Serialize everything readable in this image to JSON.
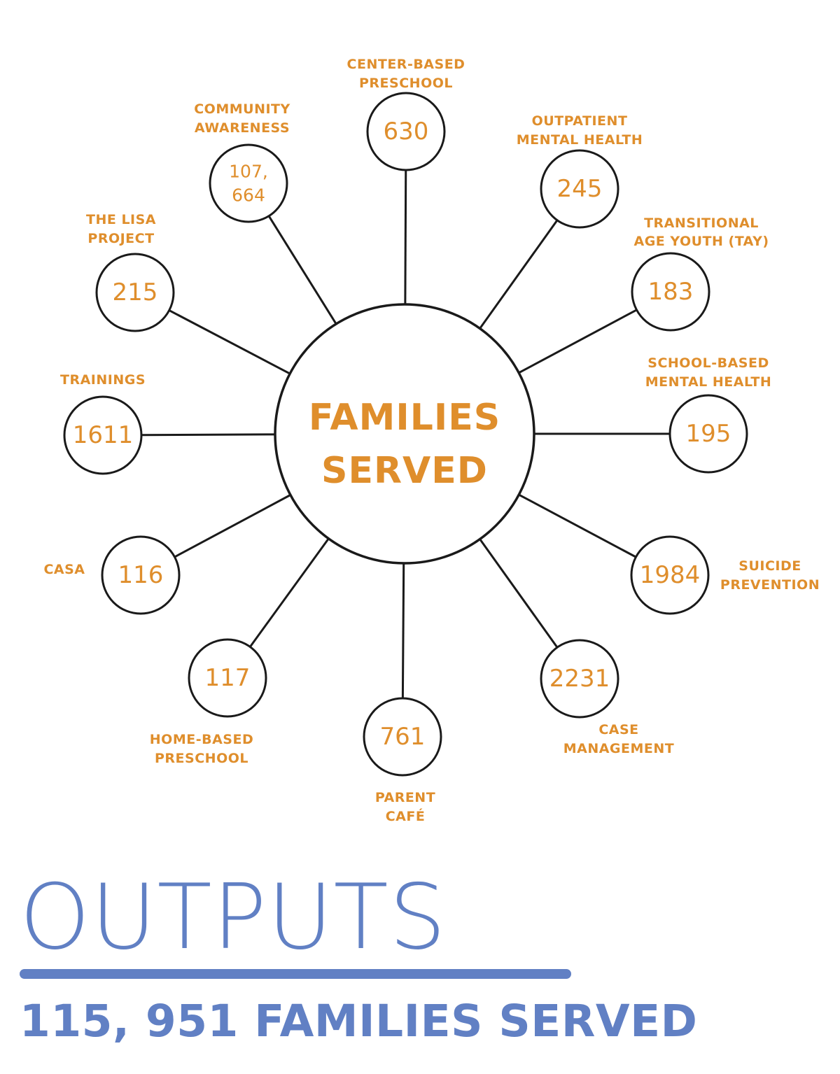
{
  "hub": {
    "lines": [
      "FAMILIES",
      "SERVED"
    ]
  },
  "programs": [
    {
      "id": "center-based-preschool",
      "label": [
        "CENTER-BASED",
        "PRESCHOOL"
      ],
      "value": [
        "630"
      ]
    },
    {
      "id": "outpatient-mental-health",
      "label": [
        "OUTPATIENT",
        "MENTAL HEALTH"
      ],
      "value": [
        "245"
      ]
    },
    {
      "id": "transitional-age-youth",
      "label": [
        "TRANSITIONAL",
        "AGE YOUTH (TAY)"
      ],
      "value": [
        "183"
      ]
    },
    {
      "id": "school-based-mental-health",
      "label": [
        "SCHOOL-BASED",
        "MENTAL HEALTH"
      ],
      "value": [
        "195"
      ]
    },
    {
      "id": "suicide-prevention",
      "label": [
        "SUICIDE",
        "PREVENTION"
      ],
      "value": [
        "1984"
      ]
    },
    {
      "id": "case-management",
      "label": [
        "CASE",
        "MANAGEMENT"
      ],
      "value": [
        "2231"
      ]
    },
    {
      "id": "parent-cafe",
      "label": [
        "PARENT",
        "CAFÉ"
      ],
      "value": [
        "761"
      ]
    },
    {
      "id": "home-based-preschool",
      "label": [
        "HOME-BASED",
        "PRESCHOOL"
      ],
      "value": [
        "117"
      ]
    },
    {
      "id": "casa",
      "label": [
        "CASA"
      ],
      "value": [
        "116"
      ]
    },
    {
      "id": "trainings",
      "label": [
        "TRAININGS"
      ],
      "value": [
        "1611"
      ]
    },
    {
      "id": "the-lisa-project",
      "label": [
        "THE LISA",
        "PROJECT"
      ],
      "value": [
        "215"
      ]
    },
    {
      "id": "community-awareness",
      "label": [
        "COMMUNITY",
        "AWARENESS"
      ],
      "value": [
        "107,",
        "664"
      ]
    }
  ],
  "outputs": {
    "title": "OUTPUTS",
    "total": "115, 951 FAMILIES SERVED"
  },
  "colors": {
    "accent": "#df8e2c",
    "outputs": "#6180c4",
    "stroke": "#1a1a1a"
  }
}
